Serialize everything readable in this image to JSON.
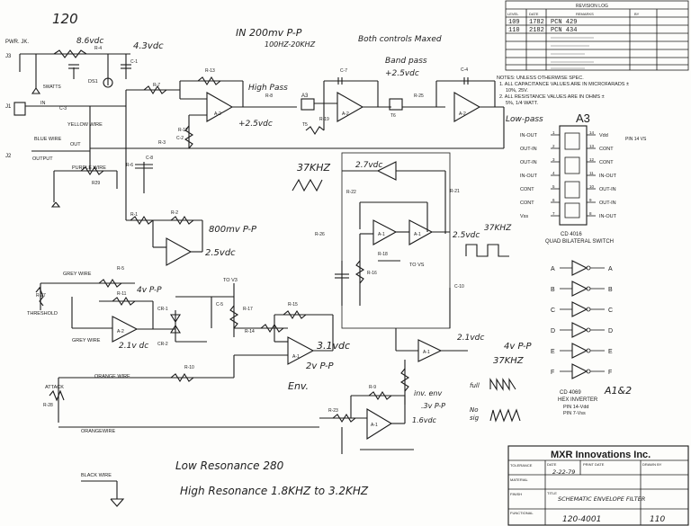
{
  "handnotes": {
    "page_num": "120",
    "v_8_6": "8.6vdc",
    "v_4_3": "4.3vdc",
    "input_note": "IN 200mv P-P",
    "freq_note": "100HZ-20KHZ",
    "both_controls": "Both controls Maxed",
    "high_pass": "High Pass",
    "v_2_5_hp": "+2.5vdc",
    "band_pass": "Band pass",
    "v_4_25": "+2.5vdc",
    "low_pass": "Low-pass",
    "freq_37": "37KHZ",
    "v_2_7": "2.7vdc",
    "v_2_5_osc": "2.5vdc",
    "freq_37b": "37KHZ",
    "mv_800": "800mv P-P",
    "v_2_5_a": "2.5vdc",
    "vpp_4": "4v P-P",
    "v_21": "2.1v dc",
    "v_3_1": "3.1vdc",
    "vpp_2": "2v P-P",
    "env": "Env.",
    "v_2_1": "2.1vdc",
    "vpp_4b": "4v P-P",
    "freq_37c": "37KHZ",
    "inv_env": "inv. env",
    "vpp_3": ".3v P-P",
    "v_1_6": "1.6vdc",
    "full": "full",
    "no": "No",
    "sig": "sig",
    "a12": "A1&2",
    "low_res": "Low Resonance 280",
    "high_res": "High Resonance 1.8KHZ to 3.2KHZ"
  },
  "labels": {
    "pwr_jk": "PWR. JK.",
    "j3": "J3",
    "j1": "J1",
    "j2": "J2",
    "in": "IN",
    "out": "OUT",
    "output": "OUTPUT",
    "yellow_wire": "YELLOW WIRE",
    "blue_wire": "BLUE WIRE",
    "purple_wire": "PURPLE WIRE",
    "grey_wire": "GREY WIRE",
    "grey_wire2": "GREY WIRE",
    "orange_wire": "ORANGE WIRE",
    "orange_wire2": "ORANGEWIRE",
    "black_wire": "BLACK WIRE",
    "threshold": "THRESHOLD",
    "attack": "ATTACK",
    "to_vs": "TO VS",
    "to_vs2": "TO V3",
    "ds1": "DS1",
    "watts": "5WATTS",
    "r4": "R-4",
    "r13": "R-13",
    "r7": "R-7",
    "r12": "R-12",
    "r3": "R-3",
    "r8": "R-8",
    "r19": "R-19",
    "r25": "R-25",
    "r28": "R-28",
    "r27": "R-27",
    "r22": "R-22",
    "r21": "R-21",
    "r26": "R-26",
    "r5": "R-5",
    "r11": "R-11",
    "r14": "R-14",
    "r17": "R-17",
    "r15": "R-15",
    "r10": "R-10",
    "r9": "R-9",
    "r18": "R-18",
    "r23": "R-23",
    "r16": "R-16",
    "r1": "R-1",
    "r2": "R-2",
    "r6": "R-6",
    "r29": "R29",
    "c1": "C-1",
    "c2": "C-2",
    "c3": "C-3",
    "c4": "C-4",
    "c7": "C-7",
    "c5": "C-5",
    "c8": "C-8",
    "c10": "C-10",
    "cr1": "CR-1",
    "cr2": "CR-2",
    "a2": "A-2",
    "a1": "A-1",
    "a3": "A3",
    "a2b": "A-2",
    "a1b": "A-1",
    "a1c": "A-1",
    "a1d": "A-1",
    "a1e": "A-1",
    "t5": "T5",
    "t6": "T6"
  },
  "notes": {
    "line1": "NOTES: UNLESS OTHERWISE SPEC.",
    "line2": "1. ALL CAPACITANCE VALUES ARE IN MICROFARADS ±",
    "line3": "10%, 25V.",
    "line4": "2. ALL RESISTANCE VALUES ARE IN OHMS ±",
    "line5": "5%, 1/4 WATT."
  },
  "a3_chip": {
    "title": "A3",
    "part": "CD 4016",
    "desc": "QUAD BILATERAL SWITCH",
    "left_pins": [
      {
        "name": "IN-OUT",
        "num": "1"
      },
      {
        "name": "OUT-IN",
        "num": "2"
      },
      {
        "name": "OUT-IN",
        "num": "3"
      },
      {
        "name": "IN-OUT",
        "num": "4"
      },
      {
        "name": "CONT",
        "num": "5"
      },
      {
        "name": "CONT",
        "num": "6"
      },
      {
        "name": "Vss",
        "num": "7"
      }
    ],
    "right_pins": [
      {
        "name": "Vdd",
        "num": "14"
      },
      {
        "name": "CONT",
        "num": "13"
      },
      {
        "name": "CONT",
        "num": "12"
      },
      {
        "name": "IN-OUT",
        "num": "11"
      },
      {
        "name": "OUT-IN",
        "num": "10"
      },
      {
        "name": "OUT-IN",
        "num": "9"
      },
      {
        "name": "IN-OUT",
        "num": "8"
      }
    ],
    "pin_note": "PIN 14 VS"
  },
  "hex_inverter": {
    "part": "CD 4069",
    "desc": "HEX INVERTER",
    "pin14": "PIN 14-Vdd",
    "pin7": "PIN 7-Vss",
    "gates": [
      "A",
      "B",
      "C",
      "D",
      "E",
      "F"
    ]
  },
  "revision_log": {
    "title": "REVISION LOG",
    "headers": [
      "LEVEL",
      "DATE",
      "REMARKS",
      "BY"
    ],
    "rows": [
      [
        "109",
        "1782",
        "PCN 429",
        ""
      ],
      [
        "110",
        "2182",
        "PCN 434",
        ""
      ]
    ]
  },
  "title_block": {
    "company": "MXR Innovations Inc.",
    "tolerance": "TOLERANCE",
    "material": "MATERIAL",
    "finish": "FINISH",
    "functional": "FUNCTIONAL",
    "date_label": "DATE",
    "date": "2-22-79",
    "drawn_by": "DRAWN BY",
    "print_date": "PRINT DATE",
    "title_label": "TITLE",
    "title": "SCHEMATIC ENVELOPE FILTER",
    "dwg_no": "120-4001",
    "rev": "110"
  }
}
